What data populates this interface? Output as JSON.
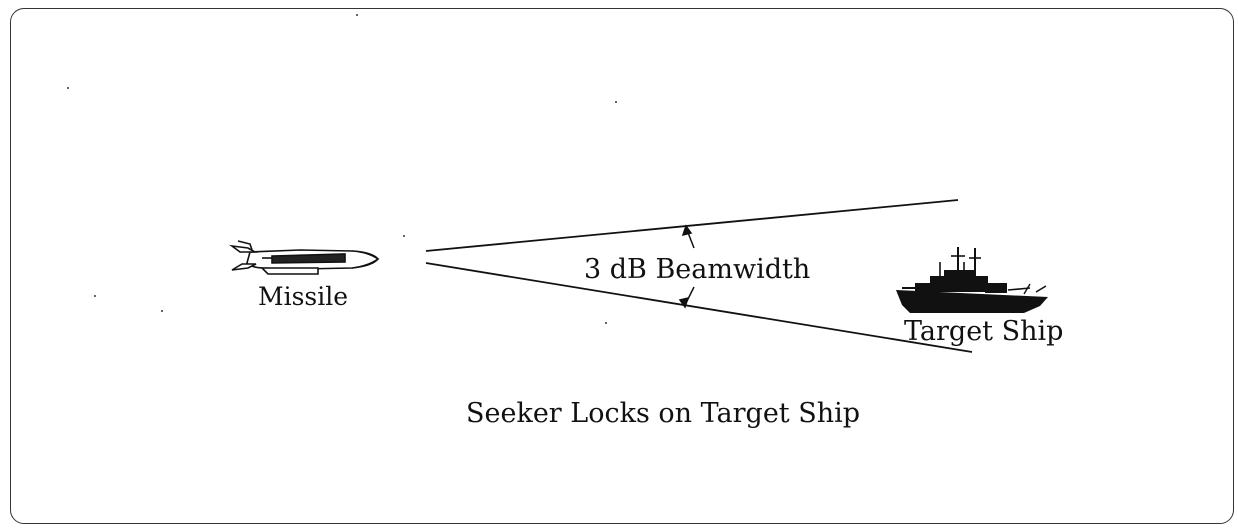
{
  "labels": {
    "missile": "Missile",
    "beamwidth": "3 dB Beamwidth",
    "target": "Target Ship",
    "caption": "Seeker Locks on Target Ship"
  },
  "icons": {
    "missile": "missile-icon",
    "ship": "target-ship-icon"
  },
  "colors": {
    "ink": "#111111",
    "background": "#ffffff"
  }
}
